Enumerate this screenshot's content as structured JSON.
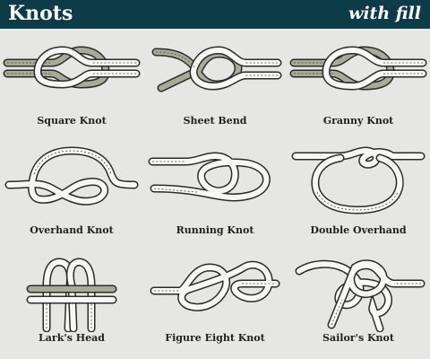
{
  "header": {
    "title": "Knots",
    "subtitle": "with fill"
  },
  "knots": [
    {
      "name": "Square Knot"
    },
    {
      "name": "Sheet Bend"
    },
    {
      "name": "Granny Knot"
    },
    {
      "name": "Overhand Knot"
    },
    {
      "name": "Running Knot"
    },
    {
      "name": "Double Overhand"
    },
    {
      "name": "Lark's Head"
    },
    {
      "name": "Figure Eight Knot"
    },
    {
      "name": "Sailor's Knot"
    }
  ],
  "colors": {
    "header_bg": "#0e3b48",
    "header_text": "#ffffff",
    "background": "#e6e7e2",
    "rope_white": "#f7f7f4",
    "rope_grey_fill": "#a9aa98",
    "rope_outline": "#2b2b2b"
  }
}
